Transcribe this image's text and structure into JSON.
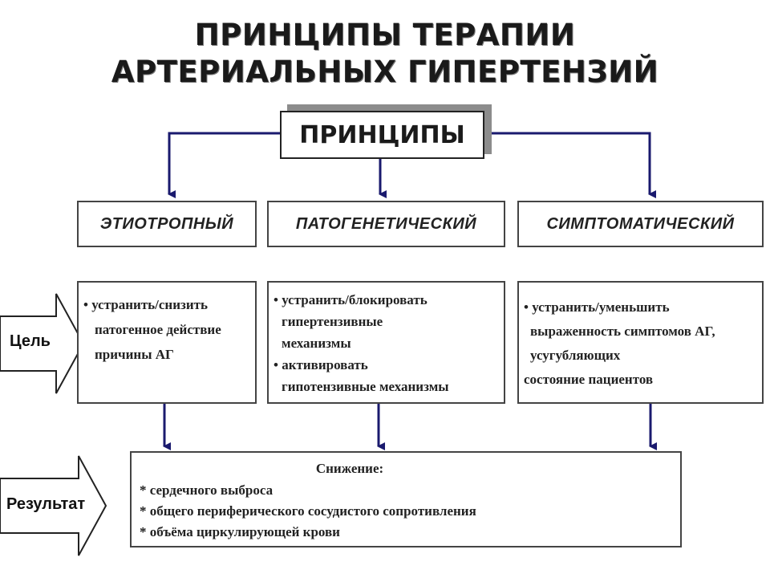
{
  "title": {
    "line1": "ПРИНЦИПЫ ТЕРАПИИ",
    "line2": "АРТЕРИАЛЬНЫХ ГИПЕРТЕНЗИЙ"
  },
  "root_label": "ПРИНЦИПЫ",
  "colors": {
    "arrow": "#1a1a6e",
    "border": "#444444",
    "shadow": "#8c8c8c"
  },
  "categories": [
    {
      "label": "ЭТИОТРОПНЫЙ",
      "goal_lines": [
        "• устранить/снизить",
        "патогенное действие",
        "причины АГ"
      ]
    },
    {
      "label": "ПАТОГЕНЕТИЧЕСКИЙ",
      "goal_lines": [
        "• устранить/блокировать",
        "гипертензивные",
        "механизмы",
        "• активировать",
        "гипотензивные механизмы"
      ]
    },
    {
      "label": "СИМПТОМАТИЧЕСКИЙ",
      "goal_lines": [
        "• устранить/уменьшить",
        "выраженность симптомов АГ,",
        "усугубляющих",
        "состояние пациентов"
      ]
    }
  ],
  "goal_label": "Цель",
  "result_label": "Результат",
  "result": {
    "title": "Снижение:",
    "items": [
      "* сердечного выброса",
      "* общего периферического сосудистого сопротивления",
      "* объёма циркулирующей крови"
    ]
  }
}
